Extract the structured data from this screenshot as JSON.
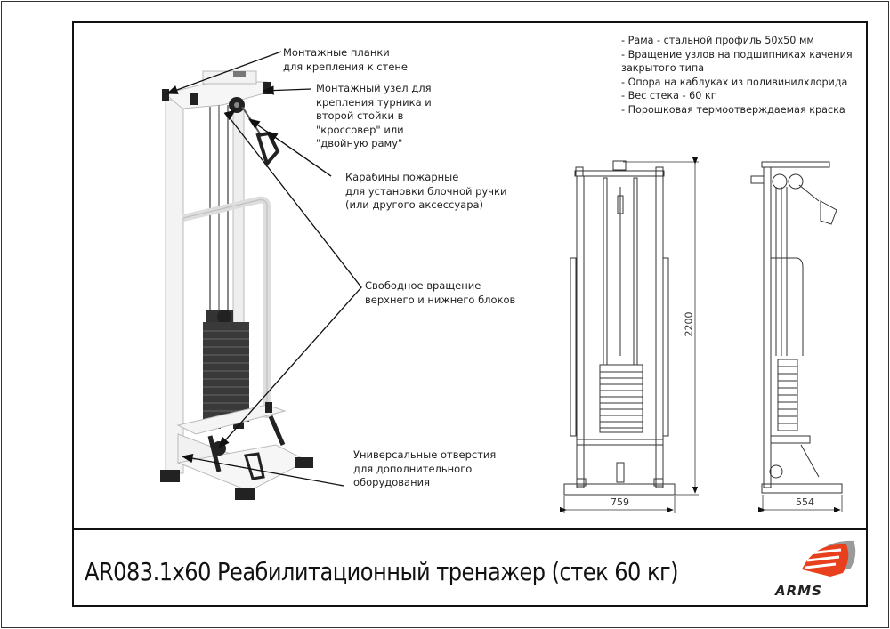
{
  "callouts": [
    {
      "lines": [
        "Монтажные планки",
        " для крепления к стене"
      ]
    },
    {
      "lines": [
        "Монтажный узел для",
        "крепления турника и",
        "второй стойки в",
        "\"кроссовер\" или",
        "\"двойную раму\""
      ]
    },
    {
      "lines": [
        "Карабины пожарные",
        "для установки блочной ручки",
        "(или другого аксессуара)"
      ]
    },
    {
      "lines": [
        "Свободное вращение",
        "верхнего и нижнего блоков"
      ]
    },
    {
      "lines": [
        "Универсальные отверстия",
        "для дополнительного",
        "оборудования"
      ]
    }
  ],
  "specs": [
    "- Рама - стальной профиль 50х50 мм",
    "- Вращение узлов на подшипниках качения",
    "закрытого типа",
    "- Опора на каблуках из поливинилхлорида",
    "- Вес стека - 60 кг",
    "- Порошковая термоотверждаемая краска"
  ],
  "dimensions": {
    "height": "2200",
    "front_width": "759",
    "side_depth": "554"
  },
  "title": "AR083.1х60 Реабилитационный тренажер (стек 60 кг)",
  "logo": {
    "text": "ARMS",
    "colors": {
      "primary": "#e8401c",
      "shadow": "#9a9a9a"
    }
  }
}
